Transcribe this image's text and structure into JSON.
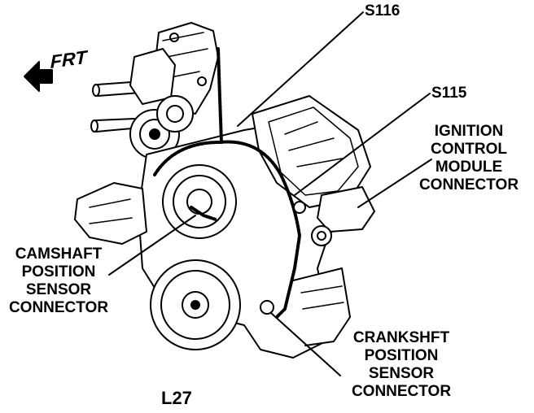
{
  "labels": {
    "frt": "FRT",
    "s116": "S116",
    "s115": "S115",
    "ignition": [
      "IGNITION",
      "CONTROL",
      "MODULE",
      "CONNECTOR"
    ],
    "camshaft": [
      "CAMSHAFT",
      "POSITION",
      "SENSOR",
      "CONNECTOR"
    ],
    "crankshaft": [
      "CRANKSHFT",
      "POSITION",
      "SENSOR",
      "CONNECTOR"
    ],
    "model": "L27"
  }
}
